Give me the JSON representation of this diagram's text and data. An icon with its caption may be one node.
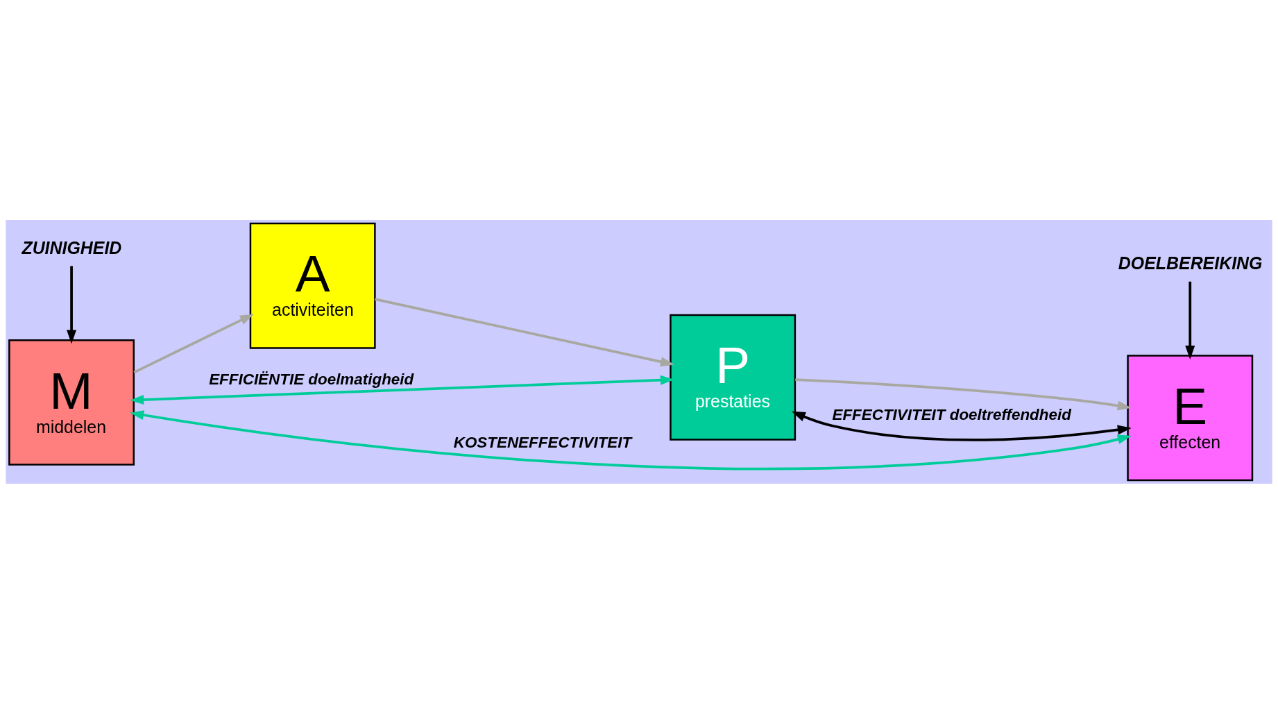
{
  "diagram": {
    "nodes": [
      {
        "text": [
          "M",
          "middelen"
        ]
      },
      {
        "text": [
          "A",
          "activiteiten"
        ]
      },
      {
        "text": [
          "P",
          "prestaties"
        ]
      },
      {
        "text": [
          "E",
          "effecten"
        ]
      },
      {
        "text": [
          "ZUINIGHEID"
        ]
      },
      {
        "text": [
          "DOELBEREIKING"
        ]
      }
    ],
    "edges": [
      {
        "from": 0,
        "to": 1,
        "arrow": "to",
        "color": "#a8a8a0"
      },
      {
        "from": 1,
        "to": 2,
        "arrow": "to",
        "color": "#a8a8a0"
      },
      {
        "from": 2,
        "to": 3,
        "arrow": "to",
        "color": "#a8a8a0"
      },
      {
        "from": 0,
        "to": 3,
        "arrow": "both",
        "label": "KOSTENEFFECTIVITEIT",
        "color": "#00cc99"
      },
      {
        "from": 0,
        "to": 2,
        "arrow": "both",
        "label": "EFFICIËNTIE doelmatigheid",
        "color": "#00cc99"
      },
      {
        "from": 2,
        "to": 3,
        "arrow": "both",
        "label": "EFFECTIVITEIT doeltreffendheid",
        "color": "#000000"
      },
      {
        "from": 4,
        "to": 0,
        "arrow": "to",
        "color": "#000000"
      },
      {
        "from": 5,
        "to": 3,
        "arrow": "to",
        "color": "#000000"
      }
    ]
  }
}
